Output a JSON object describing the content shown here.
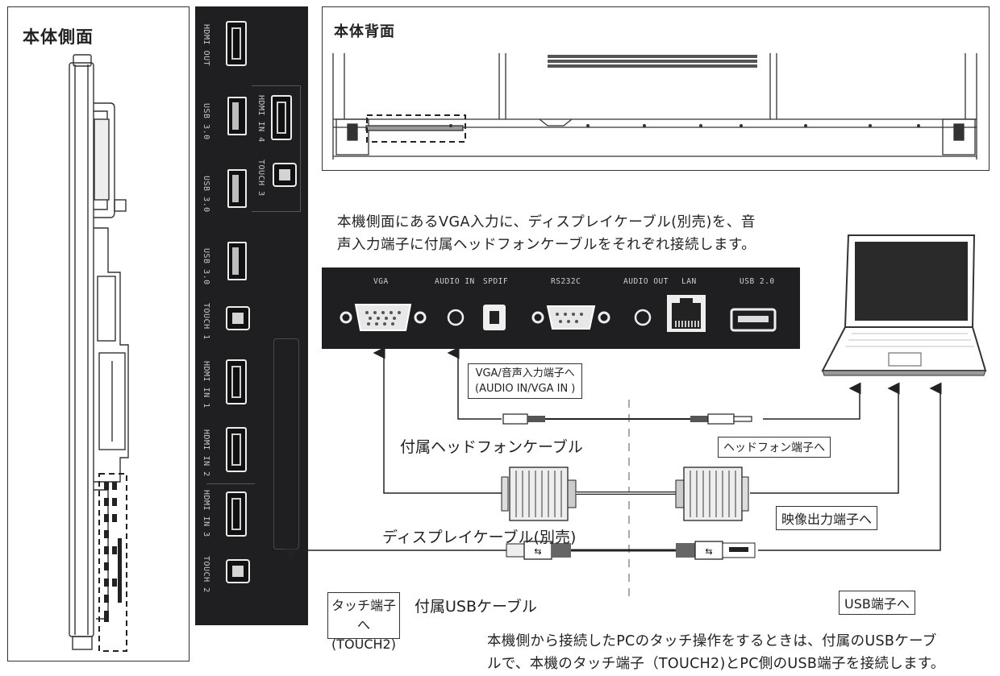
{
  "side_view": {
    "title": "本体側面"
  },
  "back_view": {
    "title": "本体背面"
  },
  "port_strip": {
    "labels": {
      "hdmi_out": "HDMI OUT",
      "hdmi_in4": "HDMI IN 4",
      "usb1": "USB 3.0",
      "touch3": "TOUCH 3",
      "usb2": "USB 3.0",
      "usb3": "USB 3.0",
      "touch1": "TOUCH 1",
      "hdmi_in1": "HDMI IN 1",
      "hdmi_in2": "HDMI IN 2",
      "hdmi_in3": "HDMI IN 3",
      "touch2": "TOUCH 2"
    }
  },
  "description_top": {
    "line1": "本機側面にあるVGA入力に、ディスプレイケーブル(別売)を、音",
    "line2": "声入力端子に付属ヘッドフォンケーブルをそれぞれ接続します。"
  },
  "connector_panel": {
    "labels": {
      "vga": "VGA",
      "audio_in": "AUDIO IN",
      "spdif": "SPDIF",
      "rs232c": "RS232C",
      "audio_out": "AUDIO OUT",
      "lan": "LAN",
      "usb20": "USB 2.0"
    }
  },
  "labels": {
    "vga_audio_in_line1": "VGA/音声入力端子へ",
    "vga_audio_in_line2": "(AUDIO IN/VGA IN )",
    "headphone_cable": "付属ヘッドフォンケーブル",
    "headphone_port": "ヘッドフォン端子へ",
    "display_cable": "ディスプレイケーブル(別売)",
    "video_out_port": "映像出力端子へ",
    "usb_cable": "付属USBケーブル",
    "usb_port": "USB端子へ",
    "touch_port_line1": "タッチ端子へ",
    "touch_port_line2": "(TOUCH2)"
  },
  "description_bottom": {
    "line1": "本機側から接続したPCのタッチ操作をするときは、付属のUSBケーブ",
    "line2": "ルで、本機のタッチ端子（TOUCH2)とPC側のUSB端子を接続します。"
  },
  "colors": {
    "panel_dark": "#1f1f21",
    "line": "#333333",
    "highlight_dash": "#222222"
  }
}
